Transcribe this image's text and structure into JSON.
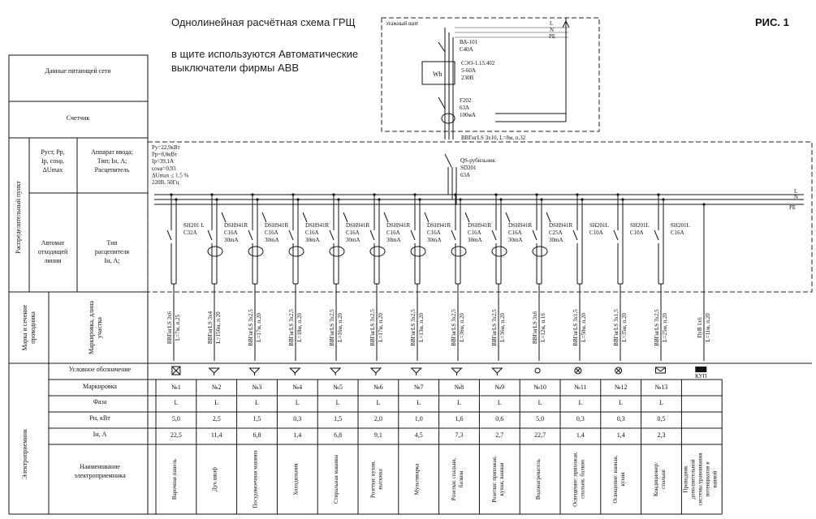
{
  "header": {
    "title": "Однолинейная расчётная схема ГРЩ",
    "subtitle_line1": "в щите используются Автоматические",
    "subtitle_line2": "выключатели фирмы АВВ",
    "figure": "РИС. 1"
  },
  "left_table": {
    "supply_data": "Данные питающей сети",
    "meter": "Счетчик",
    "dist_point": "Распределительный пункт",
    "p_params": [
      "Руст, Рр,",
      "Iр, cosφ,",
      "ΔUmax"
    ],
    "input_params": [
      "Аппарат ввода;",
      "Тип; Iн, А;",
      "Расцепитель"
    ],
    "out_breaker": [
      "Автомат",
      "отходящей",
      "линии"
    ],
    "release_type": [
      "Тип",
      "расцепителя",
      "Iн, А;"
    ],
    "wire_brand": [
      "Марка и сечение",
      "проводника"
    ],
    "marking_length": [
      "Маркировка, длина",
      "участка"
    ],
    "consumers": "Электроприемник",
    "symbol": "Условное обозначение",
    "marking": "Маркировка",
    "phase": "Фаза",
    "pn": "Рн, кВт",
    "in": "Iн, А",
    "name": [
      "Наименование",
      "электроприемника"
    ]
  },
  "floor_panel": {
    "label": "этажный щит",
    "ba": [
      "ВА-101",
      "С40А"
    ],
    "meter": [
      "СЭО-1.15.402",
      "5-60А",
      "230В"
    ],
    "wh": "Wh",
    "rcd": [
      "F202",
      "63А",
      "100мА"
    ],
    "cable": "ВВГнгLS 3х10, L=8м, п.32",
    "bus": [
      "L",
      "N",
      "PE"
    ]
  },
  "dist_params": [
    "Ру=22,9кВт",
    "Рр=8,0кВт",
    "Iр=39,1А",
    "cosφ=0,93",
    "ΔUmax ≤ 1.5 %",
    "220В, 50Гц"
  ],
  "switch": [
    "QS-рубильник",
    "SD201",
    "63А"
  ],
  "bus_labels": [
    "L",
    "N",
    "PE"
  ],
  "circuits": [
    {
      "dev": [
        "SH201 L",
        "C32А"
      ],
      "cable": [
        "ВВГнгLS 3х6",
        "L=7м, п.25"
      ],
      "num": "№1",
      "phase": "L",
      "pn": "5,0",
      "in": "22,5",
      "name": [
        "Варочная панель"
      ]
    },
    {
      "dev": [
        "DSH941R",
        "C16А",
        "30mА"
      ],
      "cable": [
        "ВВГнгLS 3х4",
        "L=156м, п.20"
      ],
      "num": "№2",
      "phase": "L",
      "pn": "2,5",
      "in": "11,4",
      "name": [
        "Дух.шкаф"
      ]
    },
    {
      "dev": [
        "DSH941R",
        "C16А",
        "30mА"
      ],
      "cable": [
        "ВВГнгLS 3х2,5",
        "L=17м, п.20"
      ],
      "num": "№3",
      "phase": "L",
      "pn": "1,5",
      "in": "6,8",
      "name": [
        "Посудомоечная машина"
      ]
    },
    {
      "dev": [
        "DSH941R",
        "C16А",
        "30mА"
      ],
      "cable": [
        "ВВГнгLS 3х2,5",
        "L=18м, п.20"
      ],
      "num": "№4",
      "phase": "L",
      "pn": "0,3",
      "in": "1,4",
      "name": [
        "Холодильник"
      ]
    },
    {
      "dev": [
        "DSH941R",
        "C16А",
        "30mА"
      ],
      "cable": [
        "ВВГнгLS 3х2,5",
        "L=16м, п.20"
      ],
      "num": "№5",
      "phase": "L",
      "pn": "1,5",
      "in": "6,8",
      "name": [
        "Стиральная машина"
      ]
    },
    {
      "dev": [
        "DSH941R",
        "C16А",
        "30mА"
      ],
      "cable": [
        "ВВГнгLS 3х2,5",
        "L=17м, п.20"
      ],
      "num": "№6",
      "phase": "L",
      "pn": "2,0",
      "in": "9,1",
      "name": [
        "Розетки: кухня,",
        "вытяжка"
      ]
    },
    {
      "dev": [
        "DSH941R",
        "C16А",
        "30mА"
      ],
      "cable": [
        "ВВГнгLS 3х2,5",
        "L=13м, п.20"
      ],
      "num": "№7",
      "phase": "L",
      "pn": "1,0",
      "in": "4,5",
      "name": [
        "Мультиварка"
      ]
    },
    {
      "dev": [
        "DSH941R",
        "C16А",
        "30mА"
      ],
      "cable": [
        "ВВГнгLS 3х2,5",
        "L=36м, п.20"
      ],
      "num": "№8",
      "phase": "L",
      "pn": "1,6",
      "in": "7,3",
      "name": [
        "Розетки: спальня,",
        "балкон"
      ]
    },
    {
      "dev": [
        "DSH941R",
        "C16А",
        "30mА"
      ],
      "cable": [
        "ВВГнгLS 3х2,5",
        "L=36м, п.20"
      ],
      "num": "№9",
      "phase": "L",
      "pn": "0,6",
      "in": "2,7",
      "name": [
        "Розетки: прихожая,",
        "кухня, ванная"
      ]
    },
    {
      "dev": [
        "DSH941R",
        "C25А",
        "30mА"
      ],
      "cable": [
        "ВВГнгLS 3х6",
        "L=12м, п.16"
      ],
      "num": "№10",
      "phase": "L",
      "pn": "5,0",
      "in": "22,7",
      "name": [
        "Водонагреватель"
      ]
    },
    {
      "dev": [
        "SH201L",
        "C10А"
      ],
      "cable": [
        "ВВГнгLS 3х1,5",
        "L=50м, п.20"
      ],
      "num": "№11",
      "phase": "L",
      "pn": "0,3",
      "in": "1,4",
      "name": [
        "Освещение: прихожая,",
        "спальня, балкон"
      ]
    },
    {
      "dev": [
        "SH201L",
        "C10А"
      ],
      "cable": [
        "ВВГнгLS 3х1,5",
        "L=35м, п.20"
      ],
      "num": "№12",
      "phase": "L",
      "pn": "0,3",
      "in": "1,4",
      "name": [
        "Освещение: ванная,",
        "кухня"
      ]
    },
    {
      "dev": [
        "SH201L",
        "C16А"
      ],
      "cable": [
        "ВВГнгLS 3х2,5",
        "L=25м, п.20"
      ],
      "num": "№13",
      "phase": "L",
      "pn": "0,5",
      "in": "2,3",
      "name": [
        "Кондиционер:",
        "спальня"
      ]
    },
    {
      "dev": [],
      "cable": [
        "ПуВ 1х6",
        "L=11м, п.20"
      ],
      "num": "",
      "phase": "",
      "pn": "",
      "in": "",
      "name": [
        "Проводник",
        "дополнительной",
        "системы уравнивания",
        "потенциалов в",
        "ванной"
      ],
      "symbol_label": "КУП"
    }
  ]
}
